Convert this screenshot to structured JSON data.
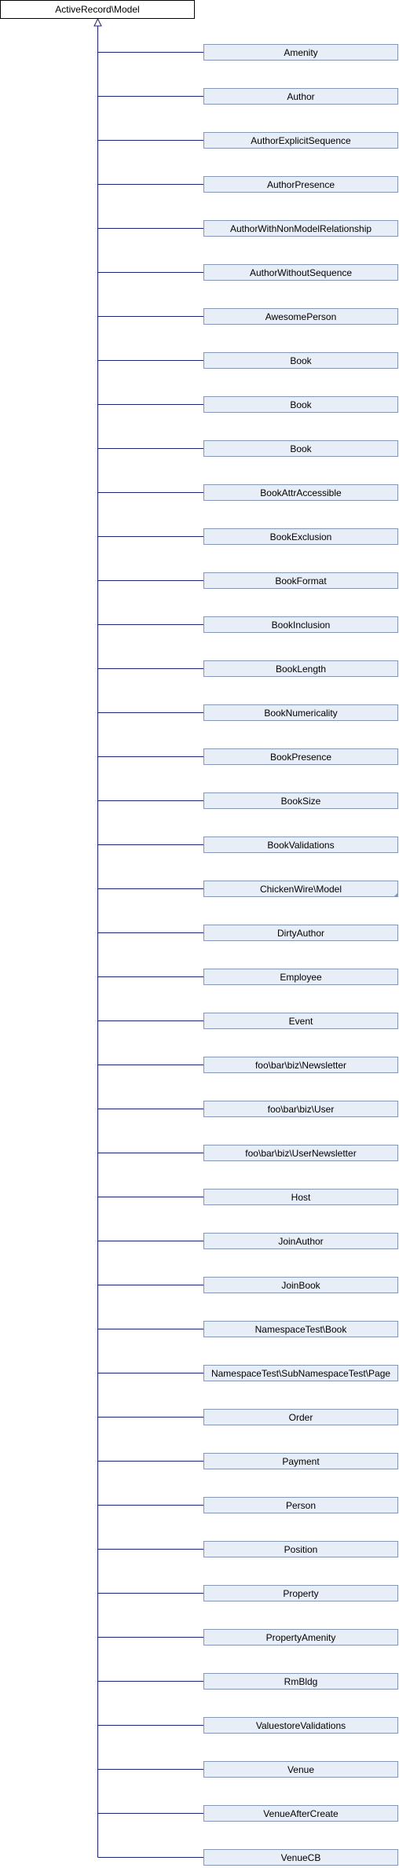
{
  "diagram": {
    "root": {
      "label": "ActiveRecord\\Model"
    },
    "children": [
      {
        "label": "Amenity"
      },
      {
        "label": "Author"
      },
      {
        "label": "AuthorExplicitSequence"
      },
      {
        "label": "AuthorPresence"
      },
      {
        "label": "AuthorWithNonModelRelationship"
      },
      {
        "label": "AuthorWithoutSequence"
      },
      {
        "label": "AwesomePerson"
      },
      {
        "label": "Book"
      },
      {
        "label": "Book"
      },
      {
        "label": "Book"
      },
      {
        "label": "BookAttrAccessible"
      },
      {
        "label": "BookExclusion"
      },
      {
        "label": "BookFormat"
      },
      {
        "label": "BookInclusion"
      },
      {
        "label": "BookLength"
      },
      {
        "label": "BookNumericality"
      },
      {
        "label": "BookPresence"
      },
      {
        "label": "BookSize"
      },
      {
        "label": "BookValidations"
      },
      {
        "label": "ChickenWire\\Model",
        "has_subclasses": true
      },
      {
        "label": "DirtyAuthor"
      },
      {
        "label": "Employee"
      },
      {
        "label": "Event"
      },
      {
        "label": "foo\\bar\\biz\\Newsletter"
      },
      {
        "label": "foo\\bar\\biz\\User"
      },
      {
        "label": "foo\\bar\\biz\\UserNewsletter"
      },
      {
        "label": "Host"
      },
      {
        "label": "JoinAuthor"
      },
      {
        "label": "JoinBook"
      },
      {
        "label": "NamespaceTest\\Book"
      },
      {
        "label": "NamespaceTest\\SubNamespaceTest\\Page"
      },
      {
        "label": "Order"
      },
      {
        "label": "Payment"
      },
      {
        "label": "Person"
      },
      {
        "label": "Position"
      },
      {
        "label": "Property"
      },
      {
        "label": "PropertyAmenity"
      },
      {
        "label": "RmBldg"
      },
      {
        "label": "ValuestoreValidations"
      },
      {
        "label": "Venue"
      },
      {
        "label": "VenueAfterCreate"
      },
      {
        "label": "VenueCB"
      }
    ],
    "colors": {
      "root_fill": "#ffffff",
      "root_border": "#000000",
      "child_fill": "#e8eef7",
      "child_border": "#8497b8",
      "edge": "#1a237e",
      "text": "#000000"
    }
  }
}
